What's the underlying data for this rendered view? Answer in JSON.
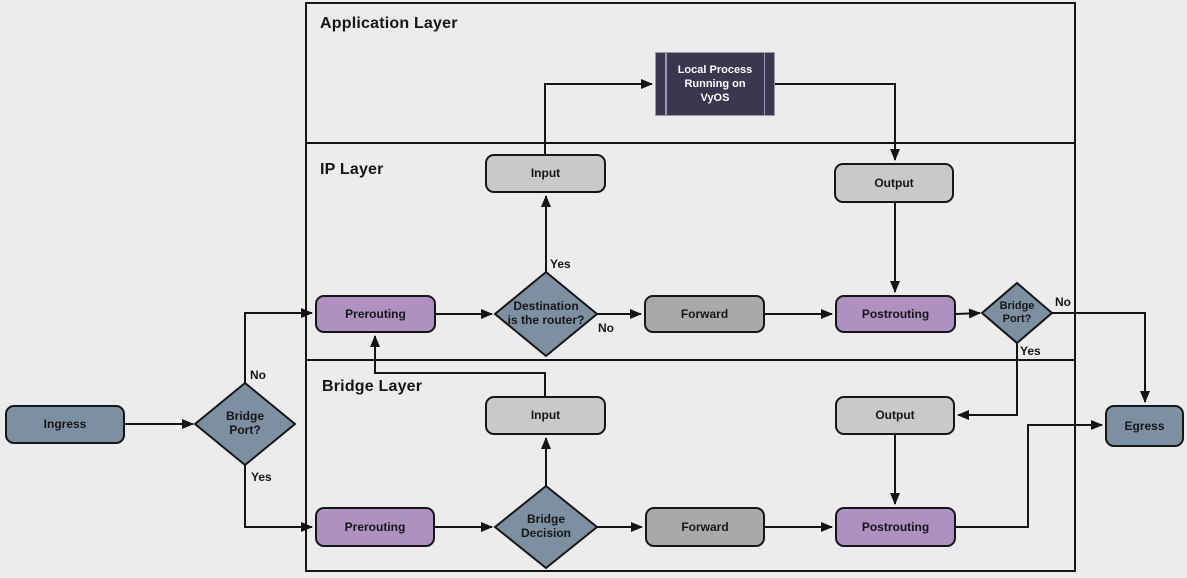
{
  "layers": [
    {
      "label": "Application Layer"
    },
    {
      "label": "IP Layer"
    },
    {
      "label": "Bridge Layer"
    }
  ],
  "nodes": {
    "ingress": {
      "label": "Ingress"
    },
    "egress": {
      "label": "Egress"
    },
    "bridge_port_left": {
      "label": "Bridge\nPort?"
    },
    "ip_prerouting": {
      "label": "Prerouting"
    },
    "dest_router": {
      "label": "Destination\nis the router?"
    },
    "ip_input": {
      "label": "Input"
    },
    "ip_output": {
      "label": "Output"
    },
    "ip_forward": {
      "label": "Forward"
    },
    "ip_postrouting": {
      "label": "Postrouting"
    },
    "bridge_port_ip": {
      "label": "Bridge\nPort?"
    },
    "local_process": {
      "label": "Local Process\nRunning on\nVyOS"
    },
    "bridge_input": {
      "label": "Input"
    },
    "bridge_output": {
      "label": "Output"
    },
    "bridge_prerouting": {
      "label": "Prerouting"
    },
    "bridge_decision": {
      "label": "Bridge\nDecision"
    },
    "bridge_forward": {
      "label": "Forward"
    },
    "bridge_postrouting": {
      "label": "Postrouting"
    }
  },
  "edge_labels": {
    "left_no": "No",
    "left_yes": "Yes",
    "dest_yes": "Yes",
    "dest_no": "No",
    "ip_no": "No",
    "ip_yes": "Yes"
  },
  "colors": {
    "background": "#ececec",
    "line": "#141414",
    "container_border": "#141414",
    "box_light_gray": "#c9c9c9",
    "box_medium_gray": "#a9a9a9",
    "box_purple": "#ae90c1",
    "box_blue_gray": "#7d90a2",
    "process_fill": "#3a374e",
    "process_border": "#9997b6",
    "text_dark": "#161616",
    "text_light": "#ffffff"
  }
}
